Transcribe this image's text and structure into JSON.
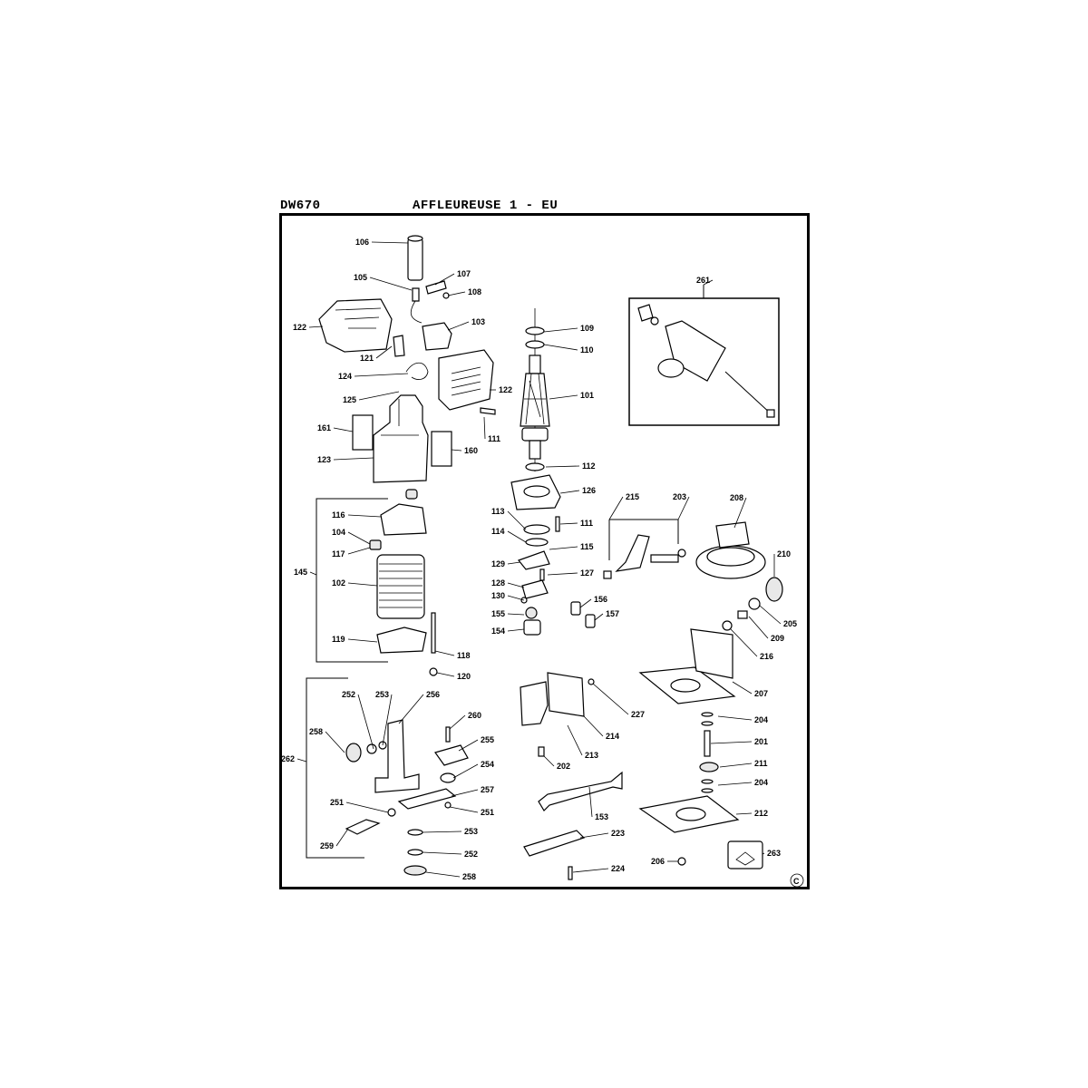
{
  "header": {
    "model": "DW670",
    "title": "AFFLEUREUSE 1 - EU"
  },
  "copyright_mark": "C",
  "part_labels": [
    "106",
    "105",
    "107",
    "108",
    "122",
    "103",
    "121",
    "124",
    "125",
    "122",
    "161",
    "160",
    "123",
    "109",
    "110",
    "101",
    "111",
    "112",
    "126",
    "113",
    "114",
    "111",
    "115",
    "129",
    "127",
    "128",
    "130",
    "155",
    "154",
    "156",
    "157",
    "116",
    "104",
    "117",
    "145",
    "102",
    "119",
    "118",
    "120",
    "261",
    "215",
    "203",
    "208",
    "210",
    "205",
    "209",
    "216",
    "207",
    "204",
    "201",
    "211",
    "204",
    "212",
    "263",
    "206",
    "224",
    "223",
    "153",
    "202",
    "213",
    "214",
    "227",
    "252",
    "253",
    "256",
    "258",
    "260",
    "255",
    "254",
    "257",
    "251",
    "251",
    "253",
    "252",
    "258",
    "259",
    "262"
  ]
}
